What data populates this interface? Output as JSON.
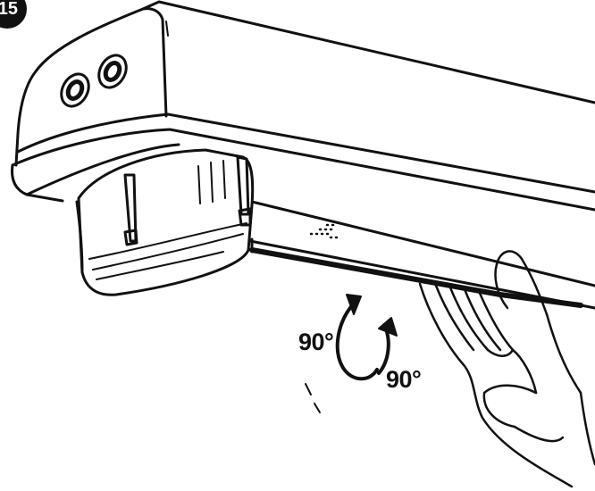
{
  "figure": {
    "step_number": "15",
    "rotation_label_left": "90°",
    "rotation_label_right": "90°"
  },
  "colors": {
    "ink": "#111111",
    "background": "#ffffff"
  },
  "icons": [
    "rotate-arrows-icon",
    "cable-gland-icon",
    "hand-icon"
  ]
}
